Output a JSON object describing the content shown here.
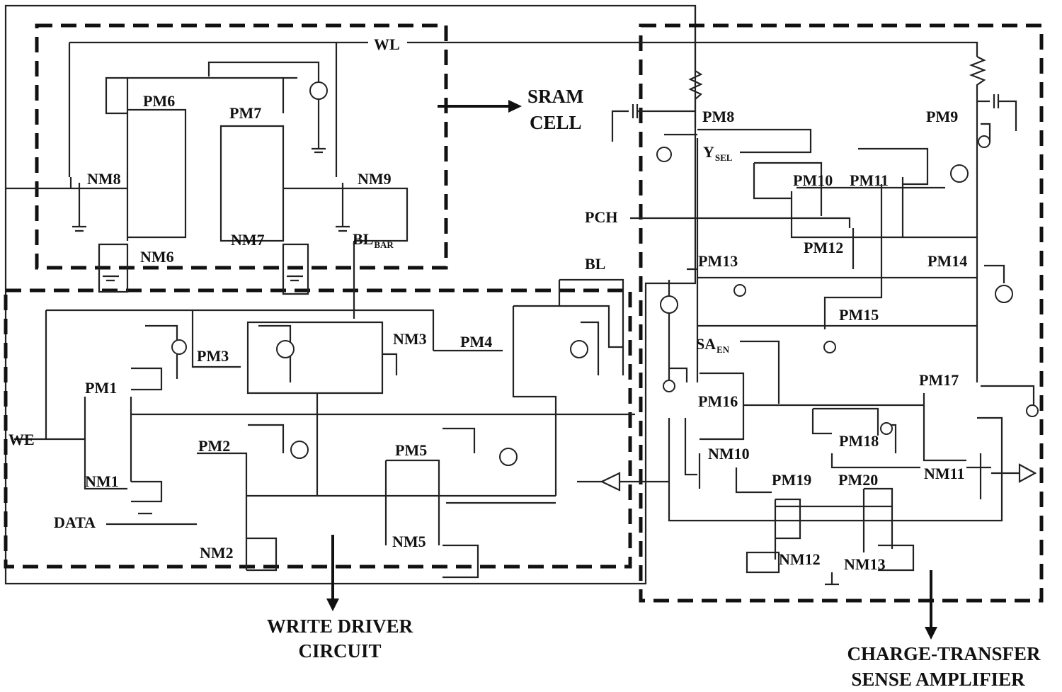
{
  "labels": {
    "wl": "WL",
    "bl": "BL",
    "bl_bar": "BL",
    "bar_sub": "BAR",
    "we": "WE",
    "data": "DATA",
    "pch": "PCH",
    "ysel": "Y",
    "sel_sub": "SEL",
    "saen": "SA",
    "en_sub": "EN"
  },
  "transistors": {
    "pm1": "PM1",
    "pm2": "PM2",
    "pm3": "PM3",
    "pm4": "PM4",
    "pm5": "PM5",
    "pm6": "PM6",
    "pm7": "PM7",
    "pm8": "PM8",
    "pm9": "PM9",
    "pm10": "PM10",
    "pm11": "PM11",
    "pm12": "PM12",
    "pm13": "PM13",
    "pm14": "PM14",
    "pm15": "PM15",
    "pm16": "PM16",
    "pm17": "PM17",
    "pm18": "PM18",
    "pm19": "PM19",
    "pm20": "PM20",
    "nm1": "NM1",
    "nm2": "NM2",
    "nm3": "NM3",
    "nm5": "NM5",
    "nm6": "NM6",
    "nm7": "NM7",
    "nm8": "NM8",
    "nm9": "NM9",
    "nm10": "NM10",
    "nm11": "NM11",
    "nm12": "NM12",
    "nm13": "NM13"
  },
  "blocks": {
    "sram_line1": "SRAM",
    "sram_line2": "CELL",
    "write_line1": "WRITE DRIVER",
    "write_line2": "CIRCUIT",
    "sense_line1": "CHARGE-TRANSFER",
    "sense_line2": "SENSE AMPLIFIER"
  }
}
